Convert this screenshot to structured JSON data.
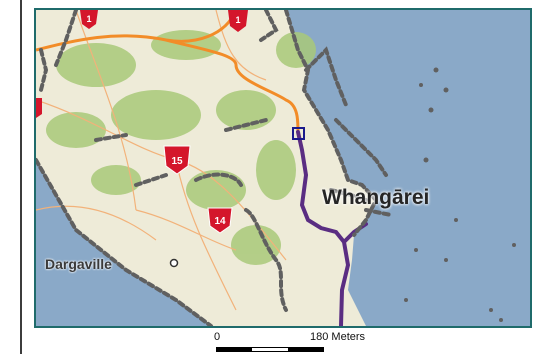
{
  "map": {
    "city_label": "Whangārei",
    "town_label": "Dargaville",
    "highway_shields": [
      "1",
      "1",
      "15",
      "14"
    ],
    "colors": {
      "sea": "#8aa9c8",
      "land": "#eeebd8",
      "forest": "#a9c97a",
      "highway": "#f28c28",
      "route": "#5a2d82",
      "coast_dots": "#606060",
      "shield": "#d4162b"
    }
  },
  "scale_bar": {
    "zero_label": "0",
    "end_label": "180 Meters"
  }
}
